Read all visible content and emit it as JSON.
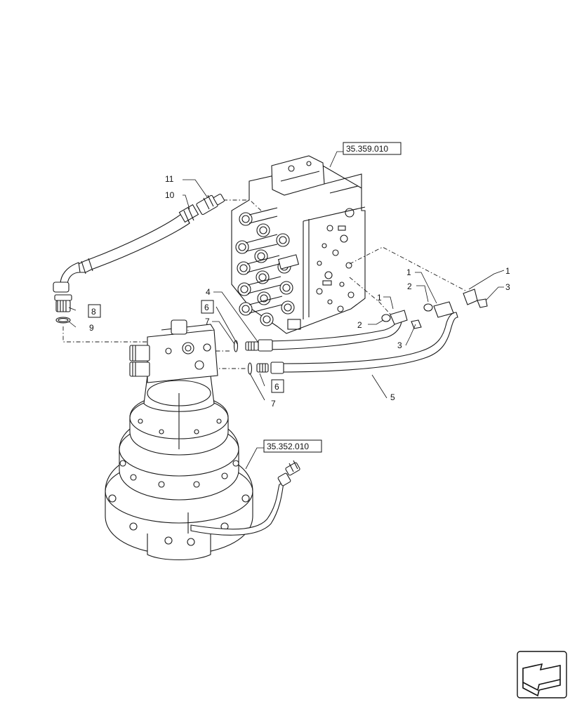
{
  "references": {
    "control_valve": "35.359.010",
    "swing_motor": "35.352.010"
  },
  "callouts": {
    "c1a": "1",
    "c1b": "1",
    "c1c": "1",
    "c2a": "2",
    "c2b": "2",
    "c3a": "3",
    "c3b": "3",
    "c4": "4",
    "c5": "5",
    "c6a": "6",
    "c6b": "6",
    "c7a": "7",
    "c7b": "7",
    "c8": "8",
    "c9": "9",
    "c10": "10",
    "c11": "11"
  },
  "icons": {
    "nav": "return-arrow-icon"
  }
}
